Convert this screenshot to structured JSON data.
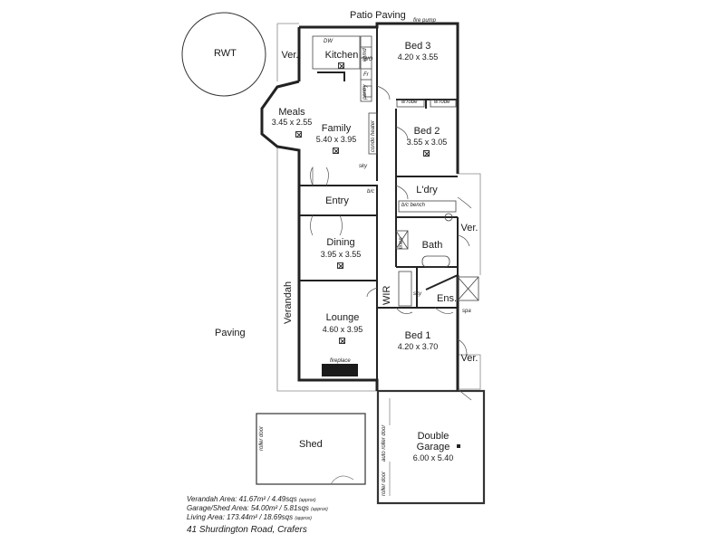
{
  "labels": {
    "rwt": "RWT",
    "patio": "Patio Paving",
    "fire_pump": "fire pump",
    "paving": "Paving",
    "verandah": "Verandah",
    "shed": "Shed",
    "ver": "Ver.",
    "wir": "WIR",
    "entry": "Entry",
    "ens": "Ens.",
    "bath": "Bath",
    "ldry": "L'dry",
    "dw": "DW",
    "wo": "WO",
    "fr": "Fr",
    "pantry": "pantry",
    "sky": "sky",
    "ch": "chmd",
    "condo": "condo heater",
    "bic": "b/c",
    "wrobe": "w'robe",
    "bic_bench": "b/c bench",
    "linen": "linen",
    "spa": "spa",
    "fireplace": "fireplace",
    "roller_door": "roller door",
    "auto_roller_door": "auto roller door"
  },
  "rooms": {
    "kitchen": {
      "name": "Kitchen"
    },
    "meals": {
      "name": "Meals",
      "dim": "3.45 x 2.55"
    },
    "family": {
      "name": "Family",
      "dim": "5.40 x 3.95"
    },
    "bed3": {
      "name": "Bed 3",
      "dim": "4.20 x 3.55"
    },
    "bed2": {
      "name": "Bed 2",
      "dim": "3.55 x 3.05"
    },
    "dining": {
      "name": "Dining",
      "dim": "3.95 x 3.55"
    },
    "lounge": {
      "name": "Lounge",
      "dim": "4.60 x 3.95"
    },
    "bed1": {
      "name": "Bed 1",
      "dim": "4.20 x 3.70"
    },
    "garage": {
      "name1": "Double",
      "name2": "Garage",
      "dim": "6.00 x 5.40"
    }
  },
  "areas": {
    "verandah": "Verandah Area: 41.67m² / 4.49sqs",
    "garage_shed": "Garage/Shed Area: 54.00m² / 5.81sqs",
    "living": "Living Area: 173.44m² / 18.69sqs",
    "approx": "(approx)"
  },
  "address": "41 Shurdington Road, Crafers"
}
